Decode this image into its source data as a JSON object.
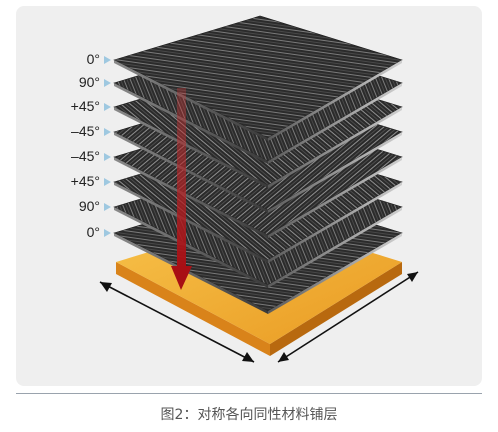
{
  "figure": {
    "ply_labels": [
      "0°",
      "90°",
      "+45°",
      "–45°",
      "–45°",
      "+45°",
      "90°",
      "0°"
    ],
    "caption": "图2：对称各向同性材料铺层",
    "colors": {
      "panel": "#efefef",
      "ply_top": "#2a2a2a",
      "base_top": "#f3b23a",
      "base_side": "#d9831a",
      "arrow": "#b0121a",
      "marker": "#9ec8e0"
    }
  }
}
